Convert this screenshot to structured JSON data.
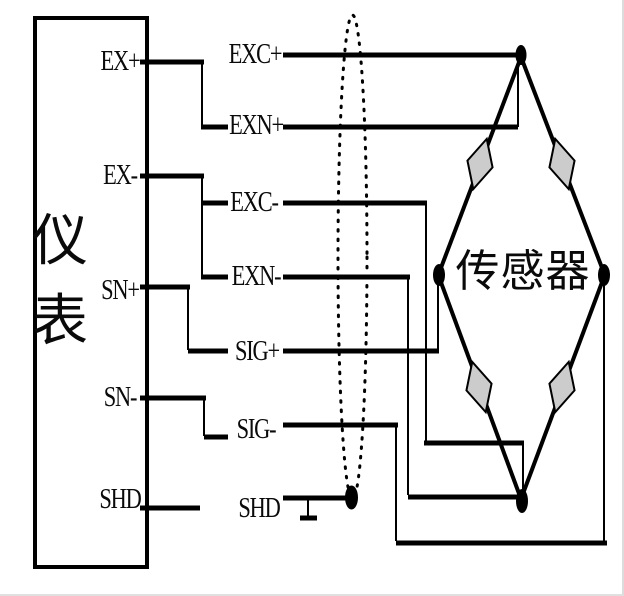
{
  "diagram": {
    "title_hint": "load-cell 6-wire connection diagram",
    "instrument": {
      "title": "仪表",
      "terminals": [
        {
          "id": "ex-plus",
          "label": "EX+"
        },
        {
          "id": "ex-minus",
          "label": "EX-"
        },
        {
          "id": "sn-plus",
          "label": "SN+"
        },
        {
          "id": "sn-minus",
          "label": "SN-"
        },
        {
          "id": "shd",
          "label": "SHD"
        }
      ]
    },
    "cable": {
      "labels": [
        {
          "id": "exc-plus",
          "label": "EXC+"
        },
        {
          "id": "exn-plus",
          "label": "EXN+"
        },
        {
          "id": "exc-minus",
          "label": "EXC-"
        },
        {
          "id": "exn-minus",
          "label": "EXN-"
        },
        {
          "id": "sig-plus",
          "label": "SIG+"
        },
        {
          "id": "sig-minus",
          "label": "SIG-"
        },
        {
          "id": "shd",
          "label": "SHD"
        }
      ]
    },
    "sensor": {
      "label": "传感器"
    },
    "colors": {
      "line": "#000000",
      "gauge_fill": "#cccccc",
      "background": "#ffffff",
      "frame_border": "#dcdcdc"
    }
  }
}
